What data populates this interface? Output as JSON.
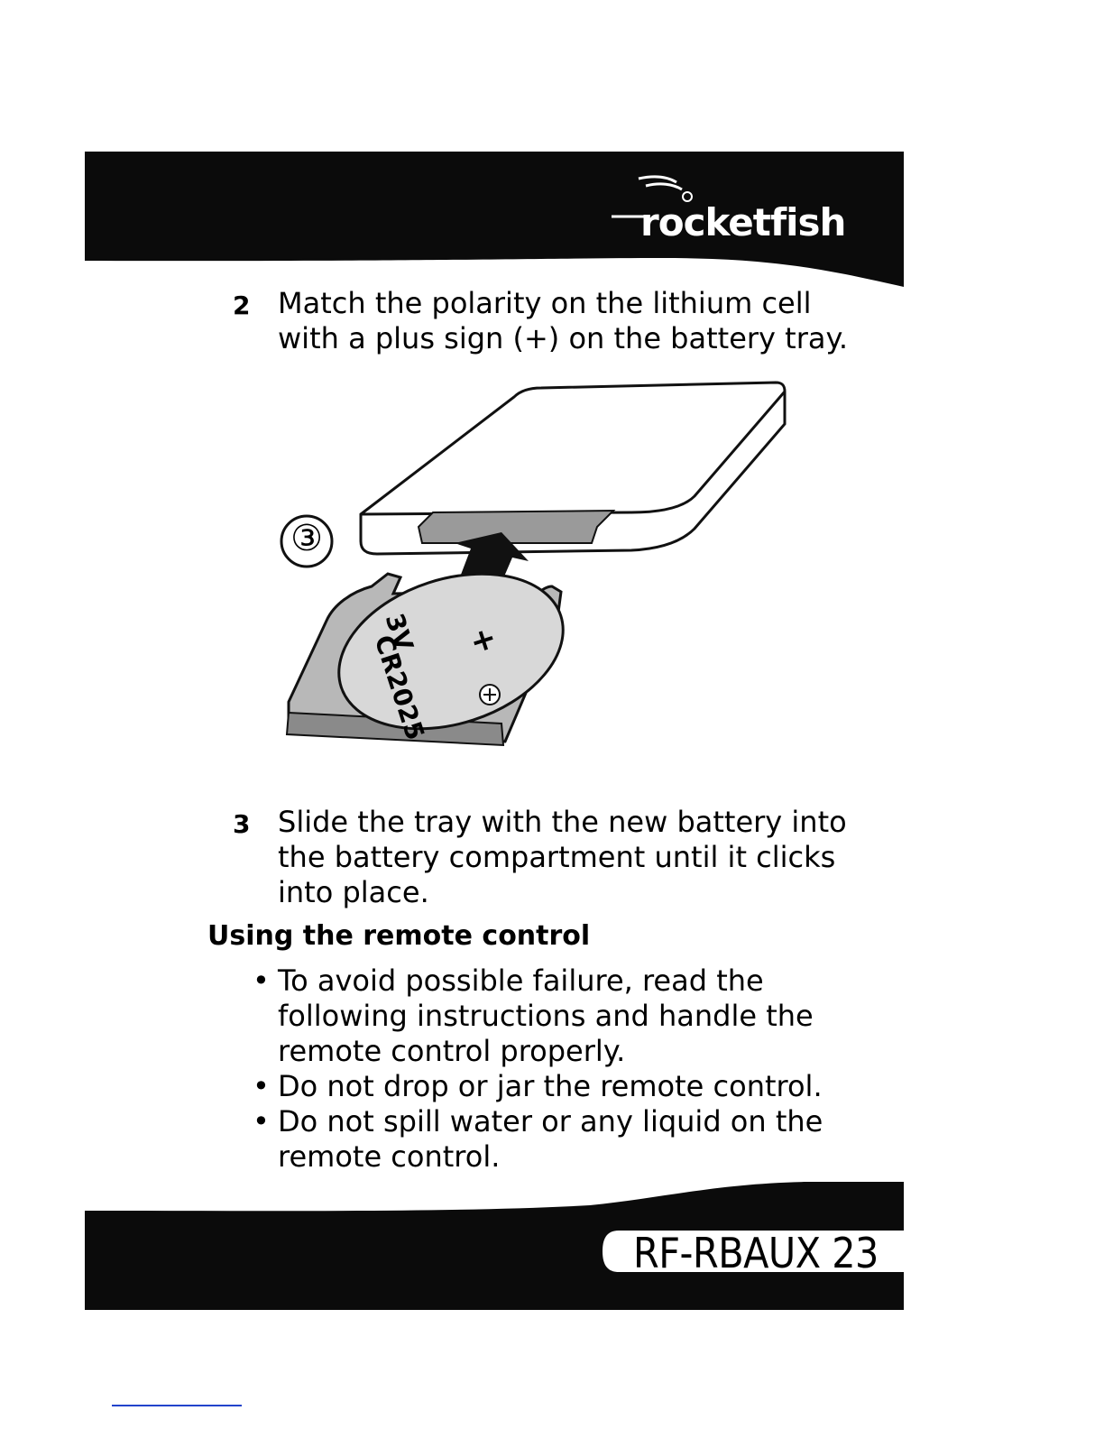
{
  "header": {
    "logo_text": "rocketfish"
  },
  "steps": [
    {
      "number": "2",
      "text": "Match the polarity on the lithium cell with a plus sign (+) on the battery tray."
    },
    {
      "number": "3",
      "text": "Slide the tray with the new battery into the battery compartment until it clicks into place."
    }
  ],
  "illustration": {
    "step_marker": "③",
    "battery_plus": "+",
    "battery_model": "CR2025",
    "battery_voltage": "3V"
  },
  "section": {
    "heading": "Using the remote control",
    "bullets": [
      "To avoid possible failure, read the following instructions and handle the remote control properly.",
      "Do not drop or jar the remote control.",
      "Do not spill water or any liquid on the remote control."
    ],
    "bullet_symbol": "•"
  },
  "footer": {
    "model_page": "RF-RBAUX 23"
  }
}
